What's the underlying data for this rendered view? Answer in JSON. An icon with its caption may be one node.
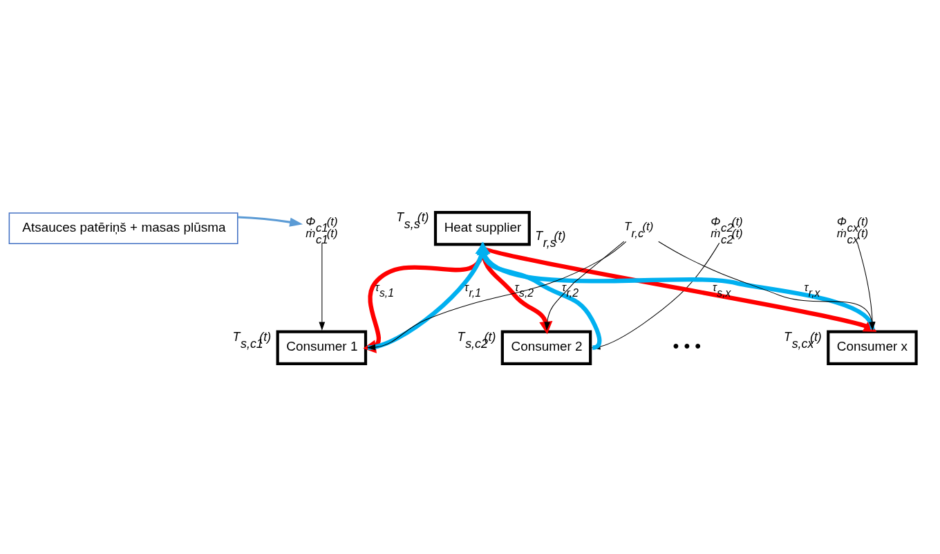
{
  "diagram": {
    "nodes": [
      {
        "text": [
          "Atsauces patēriņš + masas plūsma"
        ]
      },
      {
        "text": [
          "Φ$_{c1}$(t)",
          "ṁ$_{c1}$(t)"
        ]
      },
      {
        "text": [
          "Φ$_{c2}$(t)",
          "ṁ$_{c2}$(t)"
        ]
      },
      {
        "text": [
          "Φ$_{cx}$(t)",
          "ṁ$_{cx}$(t)"
        ]
      },
      {
        "text": [
          "Heat supplier"
        ],
        "beside": [
          "T$_{s,s}$(t)",
          "T$_{r,s}$(t)"
        ]
      },
      {
        "text": [
          "Consumer 1"
        ],
        "beside": [
          "T$_{s,c1}$(t)"
        ]
      },
      {
        "text": [
          "Consumer 2"
        ],
        "beside": [
          "T$_{s,c2}$(t)"
        ]
      },
      {
        "text": [
          "Consumer x"
        ],
        "beside": [
          "T$_{s,cx}$(t)"
        ]
      },
      {
        "text": [
          "T$_{r,c}$(t)"
        ]
      }
    ],
    "edges": [
      {
        "from": 0,
        "to": 1,
        "arrow": "to",
        "color": "#5b9bd5"
      },
      {
        "from": 1,
        "to": 5,
        "arrow": "to"
      },
      {
        "from": 2,
        "to": 6,
        "arrow": "to"
      },
      {
        "from": 3,
        "to": 7,
        "arrow": "to"
      },
      {
        "from": 4,
        "to": 5,
        "arrow": "to",
        "label": "τ$_{s,1}$",
        "style": "thick",
        "color": "#ff0000"
      },
      {
        "from": 4,
        "to": 6,
        "arrow": "to",
        "label": "τ$_{s,2}$",
        "style": "thick",
        "color": "#ff0000"
      },
      {
        "from": 4,
        "to": 7,
        "arrow": "to",
        "label": "τ$_{s,x}$",
        "style": "thick",
        "color": "#ff0000"
      },
      {
        "from": 5,
        "to": 4,
        "arrow": "to",
        "label": "τ$_{r,1}$",
        "style": "thick",
        "color": "#00b0f0"
      },
      {
        "from": 6,
        "to": 4,
        "arrow": "to",
        "label": "τ$_{r,2}$",
        "style": "thick",
        "color": "#00b0f0"
      },
      {
        "from": 7,
        "to": 4,
        "arrow": "to",
        "label": "τ$_{r,x}$",
        "style": "thick",
        "color": "#00b0f0"
      },
      {
        "from": 8,
        "to": 5,
        "arrow": "to"
      },
      {
        "from": 8,
        "to": 6,
        "arrow": "to"
      },
      {
        "from": 8,
        "to": 7,
        "arrow": "to"
      }
    ],
    "labels": [
      "• • •"
    ]
  }
}
